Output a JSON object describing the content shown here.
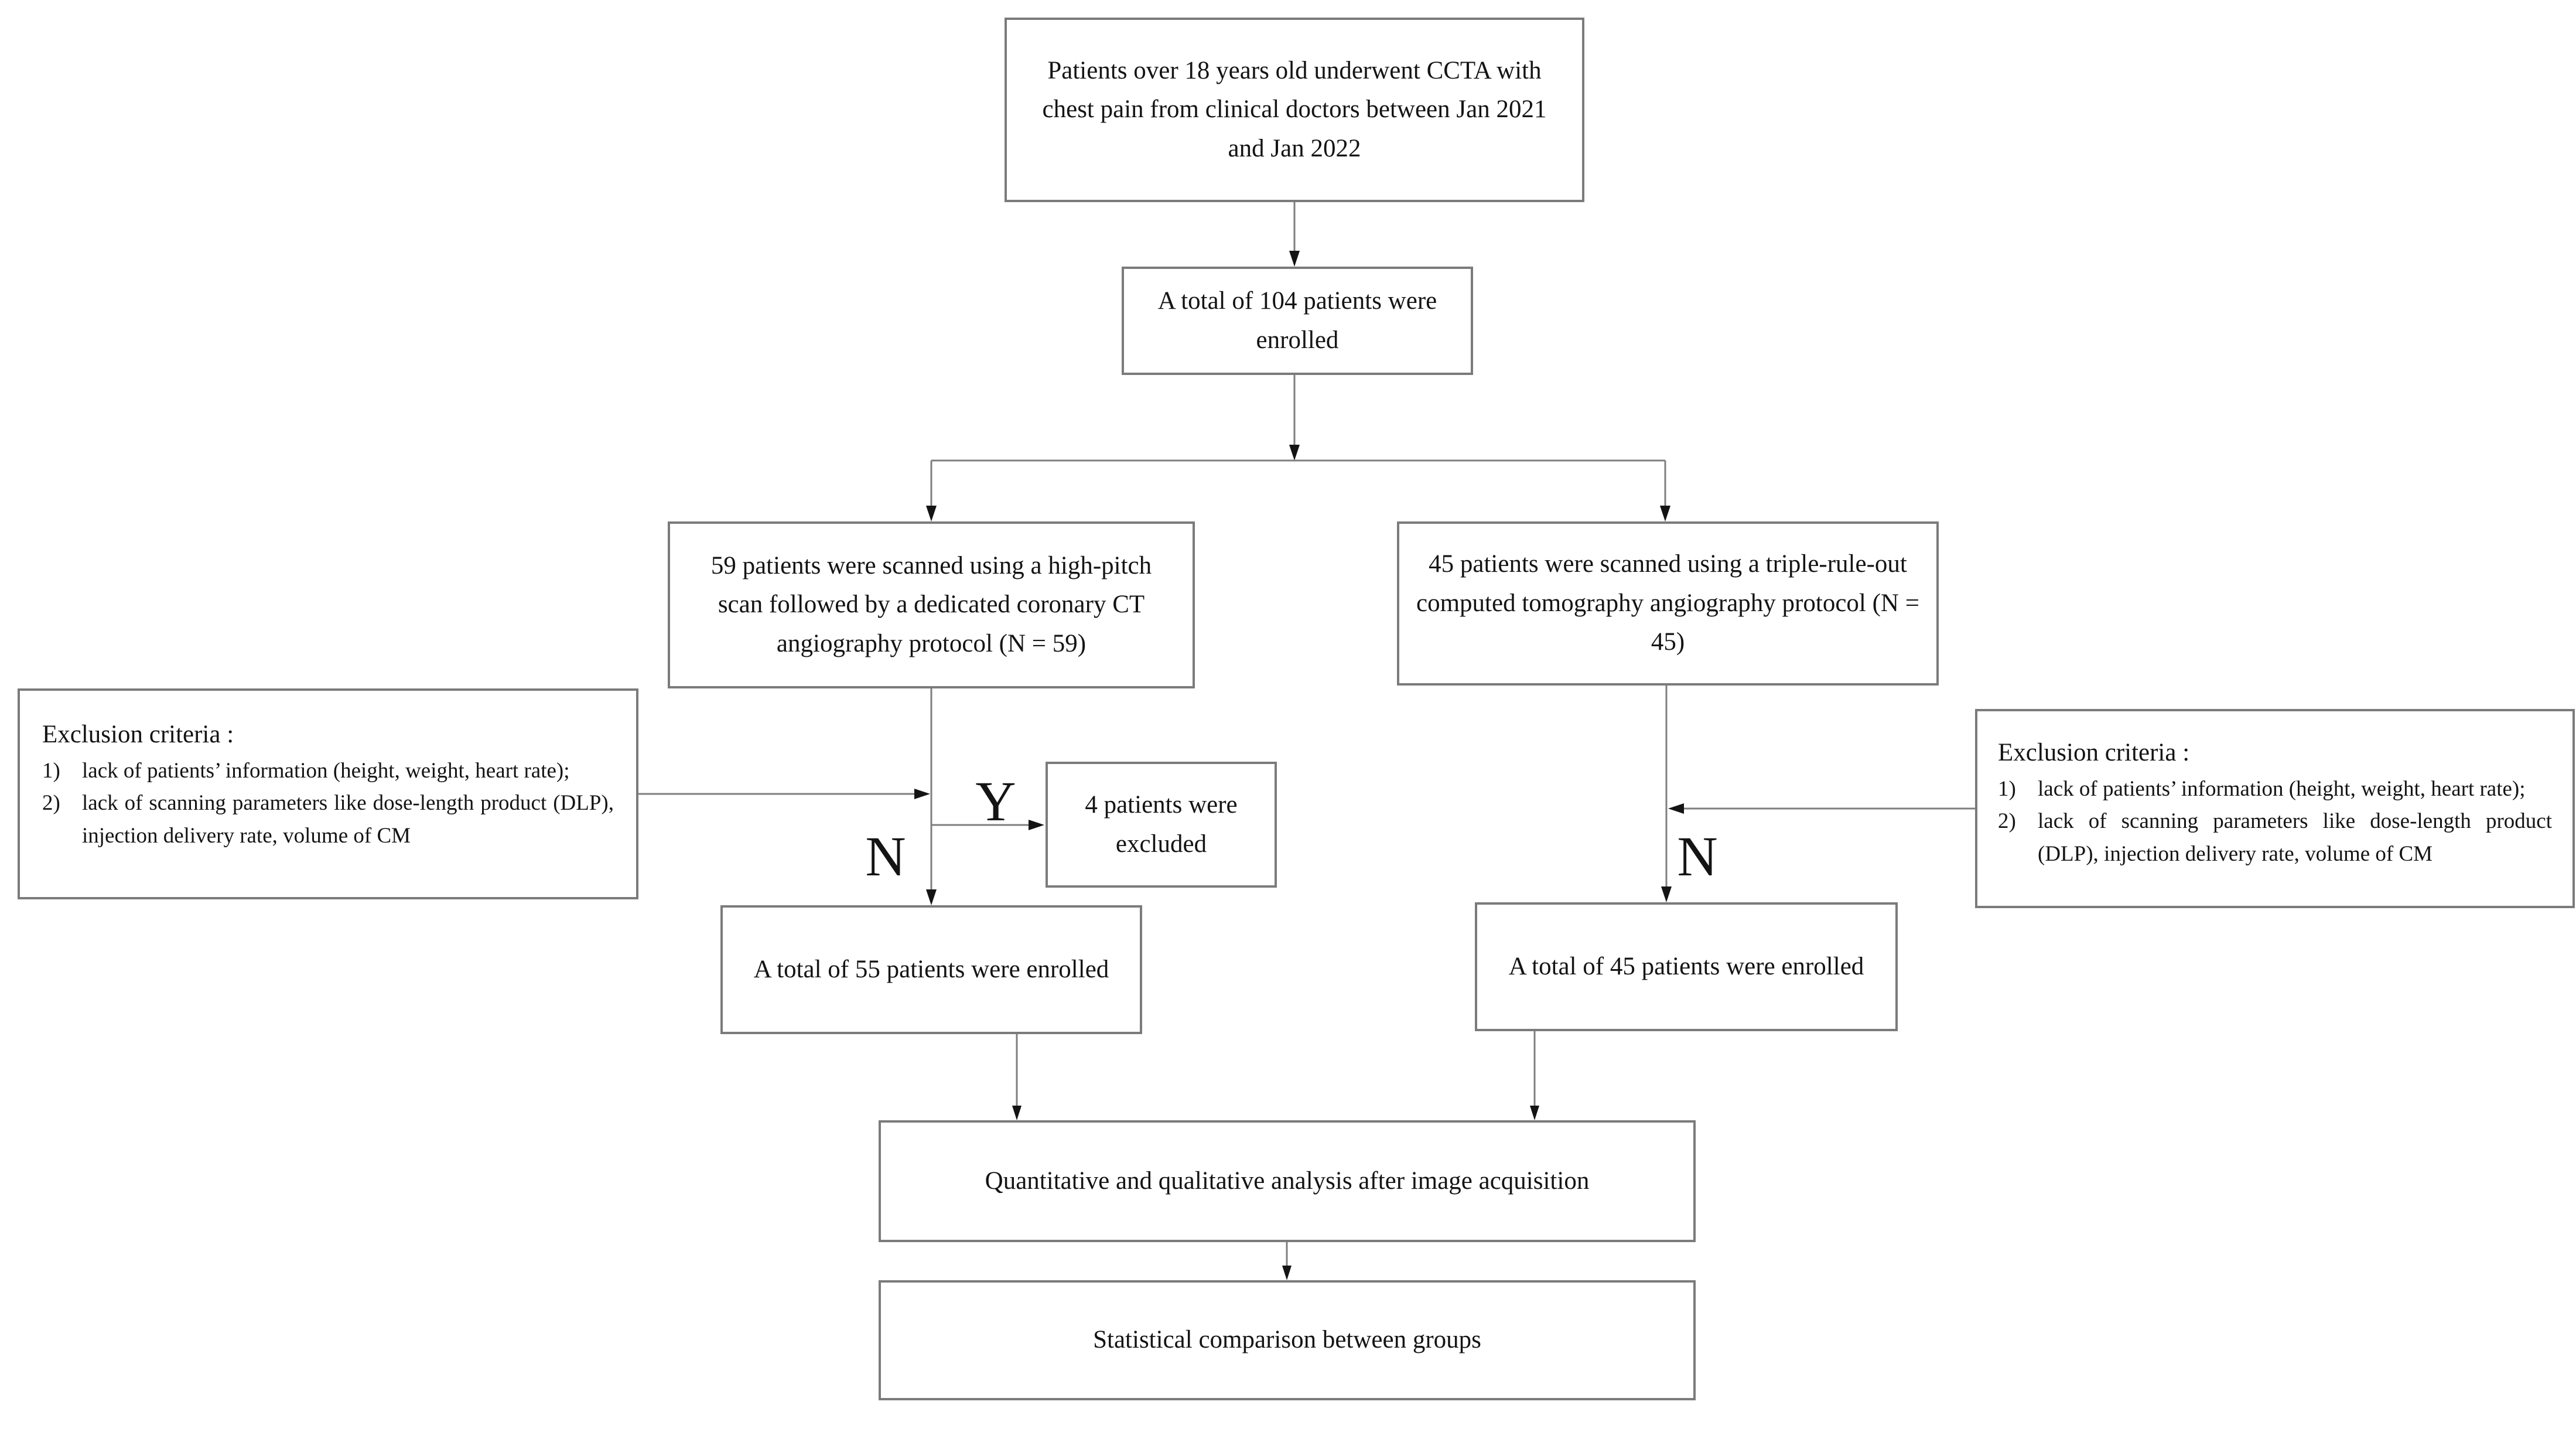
{
  "diagram": {
    "colors": {
      "background": "#ffffff",
      "border": "#7b7b7b",
      "line": "#7f7f7f",
      "arrow": "#141414",
      "text": "#141414"
    },
    "labels": {
      "yes": "Y",
      "no_left": "N",
      "no_right": "N"
    },
    "nodes": {
      "top": {
        "text": "Patients over 18 years old underwent CCTA with chest pain from clinical doctors between Jan 2021 and Jan 2022"
      },
      "enrolled_total": {
        "text": "A total of 104 patients were enrolled"
      },
      "protocol_high_pitch": {
        "text": "59 patients were scanned using a high-pitch scan followed by a dedicated coronary CT angiography protocol (N = 59)"
      },
      "protocol_triple_rule_out": {
        "text": "45 patients were scanned using a triple-rule-out computed tomography angiography protocol (N = 45)"
      },
      "exclusion_left": {
        "heading": "Exclusion criteria :",
        "items": [
          {
            "num": "1)",
            "text": "lack of patients’ information (height, weight, heart rate);"
          },
          {
            "num": "2)",
            "text": "lack of scanning parameters like dose-length product (DLP), injection delivery rate, volume of CM"
          }
        ]
      },
      "exclusion_right": {
        "heading": "Exclusion criteria :",
        "items": [
          {
            "num": "1)",
            "text": "lack of patients’ information (height, weight, heart rate);"
          },
          {
            "num": "2)",
            "text": "lack of scanning parameters like dose-length product (DLP), injection delivery rate, volume of CM"
          }
        ]
      },
      "excluded": {
        "text": "4 patients were excluded"
      },
      "enrolled_55": {
        "text": "A total of 55 patients were enrolled"
      },
      "enrolled_45": {
        "text": "A total of 45 patients were enrolled"
      },
      "analysis": {
        "text": "Quantitative and qualitative analysis after image acquisition"
      },
      "statistics": {
        "text": "Statistical comparison between groups"
      }
    }
  }
}
